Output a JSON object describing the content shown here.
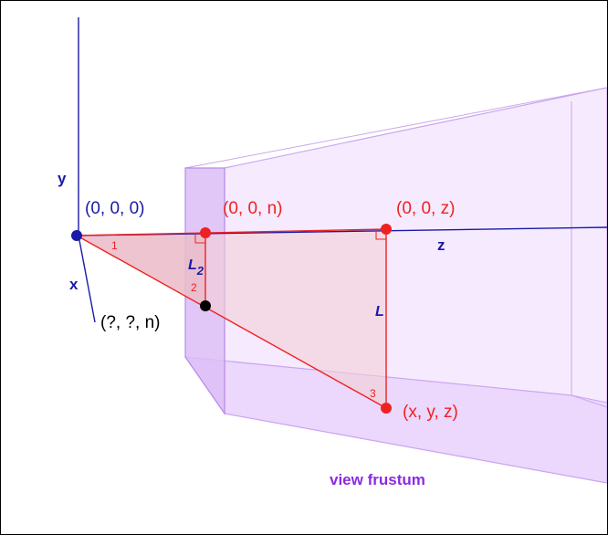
{
  "labels": {
    "origin": "(0, 0, 0)",
    "near_center": "(0, 0, n)",
    "far_center": "(0, 0, z)",
    "point": "(x, y, z)",
    "projected": "(?, ?, n)",
    "axis_y": "y",
    "axis_x": "x",
    "axis_z": "z",
    "length_L": "L",
    "length_L2": "L",
    "length_L2_subscript": "2",
    "angle_1": "1",
    "angle_2": "2",
    "angle_3": "3",
    "caption": "view frustum"
  },
  "colors": {
    "axis": "#1a1aa6",
    "red": "#ee2222",
    "frustum_fill": "#e8ccff",
    "frustum_stroke": "#b58ce8",
    "near_plane_fill": "#d7b3f5",
    "caption": "#8a2be2",
    "triangle_fill": "#f3cfd6",
    "black": "#000000"
  }
}
